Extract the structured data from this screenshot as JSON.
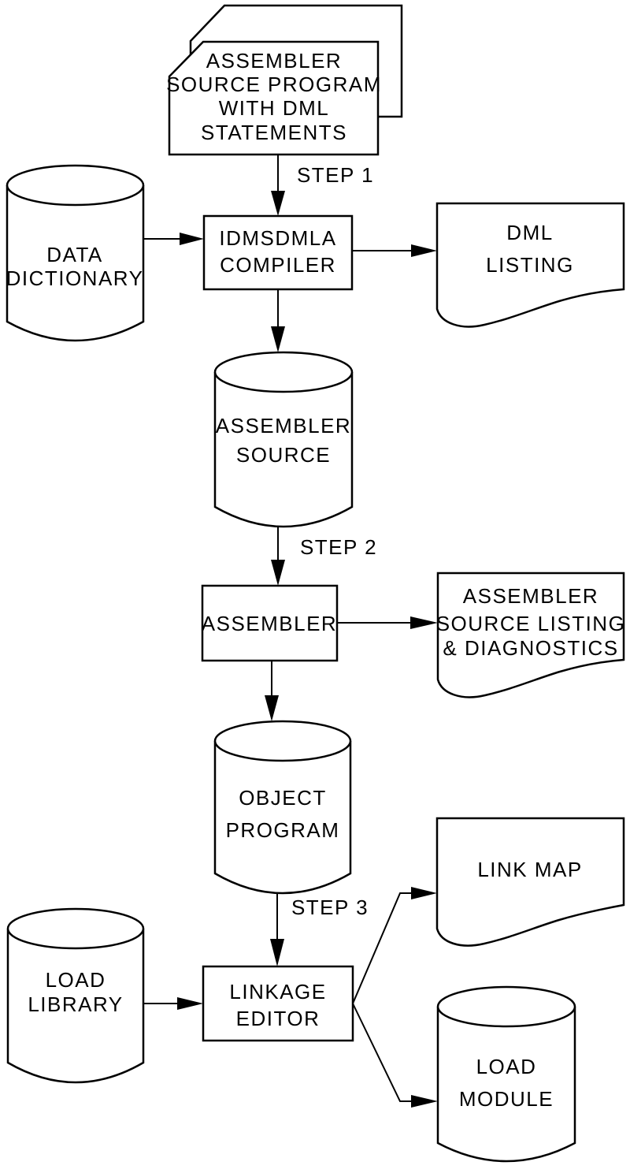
{
  "diagram": {
    "type": "flowchart",
    "colors": {
      "line": "#000000",
      "background": "#ffffff",
      "text": "#000000"
    },
    "steps": [
      {
        "label": "STEP 1"
      },
      {
        "label": "STEP 2"
      },
      {
        "label": "STEP 3"
      }
    ],
    "nodes": {
      "source_program": {
        "shape": "card-stack",
        "lines": [
          "ASSEMBLER",
          "SOURCE PROGRAM",
          "WITH DML",
          "STATEMENTS"
        ]
      },
      "data_dictionary": {
        "shape": "cylinder",
        "lines": [
          "DATA",
          "DICTIONARY"
        ]
      },
      "idmsdmla_compiler": {
        "shape": "process-box",
        "lines": [
          "IDMSDMLA",
          "COMPILER"
        ]
      },
      "dml_listing": {
        "shape": "document",
        "lines": [
          "DML",
          "LISTING"
        ]
      },
      "assembler_source": {
        "shape": "cylinder",
        "lines": [
          "ASSEMBLER",
          "SOURCE"
        ]
      },
      "assembler": {
        "shape": "process-box",
        "lines": [
          "ASSEMBLER"
        ]
      },
      "assembler_source_listing": {
        "shape": "document",
        "lines": [
          "ASSEMBLER",
          "SOURCE LISTING",
          "& DIAGNOSTICS"
        ]
      },
      "object_program": {
        "shape": "cylinder",
        "lines": [
          "OBJECT",
          "PROGRAM"
        ]
      },
      "linkage_editor": {
        "shape": "process-box",
        "lines": [
          "LINKAGE",
          "EDITOR"
        ]
      },
      "load_library": {
        "shape": "cylinder",
        "lines": [
          "LOAD",
          "LIBRARY"
        ]
      },
      "link_map": {
        "shape": "document",
        "lines": [
          "LINK MAP"
        ]
      },
      "load_module": {
        "shape": "cylinder",
        "lines": [
          "LOAD",
          "MODULE"
        ]
      }
    },
    "edges": [
      {
        "from": "source_program",
        "to": "idmsdmla_compiler",
        "label": "STEP 1"
      },
      {
        "from": "data_dictionary",
        "to": "idmsdmla_compiler",
        "label": ""
      },
      {
        "from": "idmsdmla_compiler",
        "to": "dml_listing",
        "label": ""
      },
      {
        "from": "idmsdmla_compiler",
        "to": "assembler_source",
        "label": ""
      },
      {
        "from": "assembler_source",
        "to": "assembler",
        "label": "STEP 2"
      },
      {
        "from": "assembler",
        "to": "assembler_source_listing",
        "label": ""
      },
      {
        "from": "assembler",
        "to": "object_program",
        "label": ""
      },
      {
        "from": "object_program",
        "to": "linkage_editor",
        "label": "STEP 3"
      },
      {
        "from": "load_library",
        "to": "linkage_editor",
        "label": ""
      },
      {
        "from": "linkage_editor",
        "to": "link_map",
        "label": ""
      },
      {
        "from": "linkage_editor",
        "to": "load_module",
        "label": ""
      }
    ]
  }
}
